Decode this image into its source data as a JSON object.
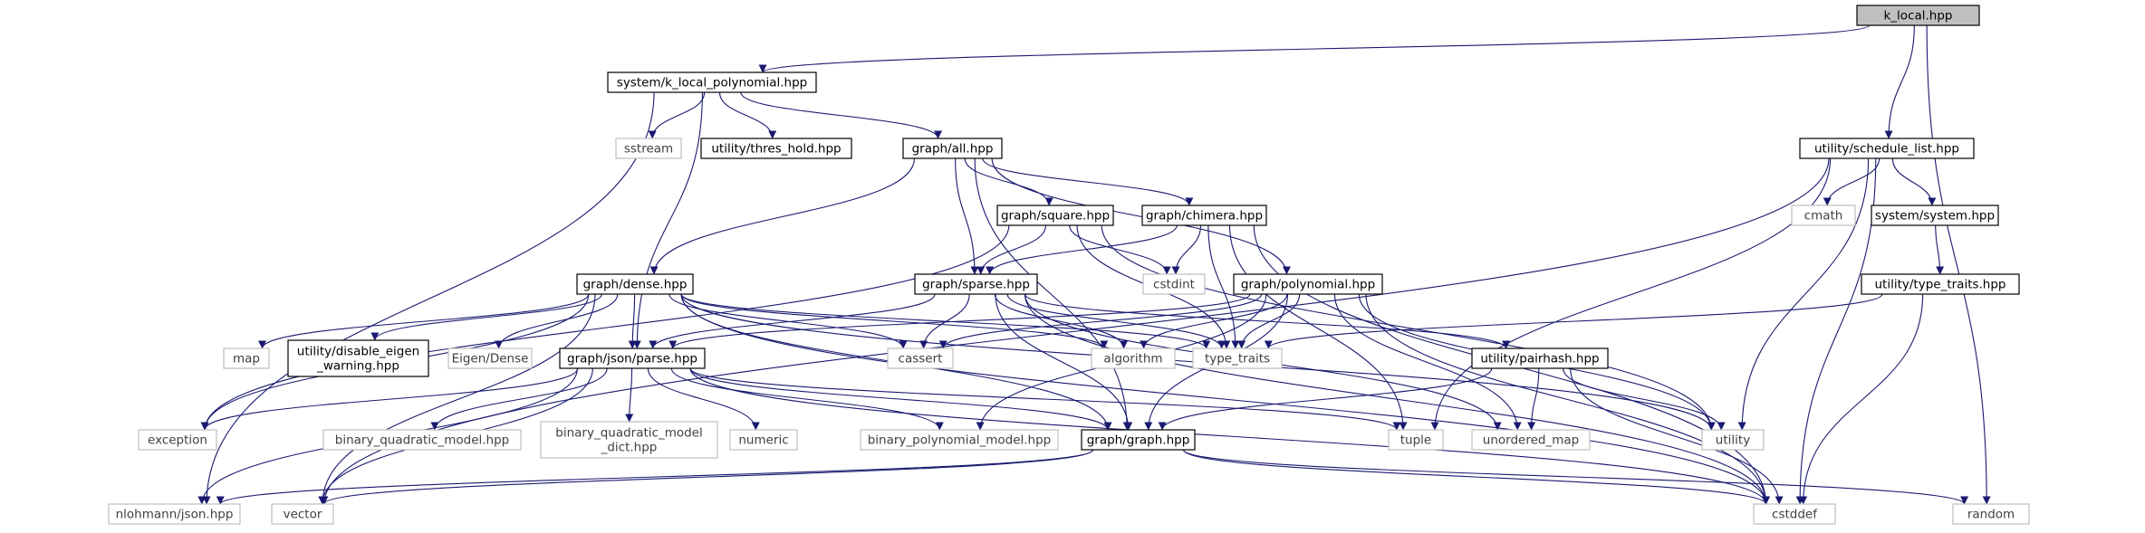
{
  "graph": {
    "nodes": [
      {
        "id": "k_local",
        "lines": [
          "k_local.hpp"
        ],
        "style": "root"
      },
      {
        "id": "system_klp",
        "lines": [
          "system/k_local_polynomial.hpp"
        ],
        "style": "file"
      },
      {
        "id": "utility_schedule_list",
        "lines": [
          "utility/schedule_list.hpp"
        ],
        "style": "file"
      },
      {
        "id": "sstream",
        "lines": [
          "sstream"
        ],
        "style": "std"
      },
      {
        "id": "utility_thres_hold",
        "lines": [
          "utility/thres_hold.hpp"
        ],
        "style": "file"
      },
      {
        "id": "graph_all",
        "lines": [
          "graph/all.hpp"
        ],
        "style": "file"
      },
      {
        "id": "cmath",
        "lines": [
          "cmath"
        ],
        "style": "std"
      },
      {
        "id": "system_system",
        "lines": [
          "system/system.hpp"
        ],
        "style": "file"
      },
      {
        "id": "graph_square",
        "lines": [
          "graph/square.hpp"
        ],
        "style": "file"
      },
      {
        "id": "graph_chimera",
        "lines": [
          "graph/chimera.hpp"
        ],
        "style": "file"
      },
      {
        "id": "cstdint",
        "lines": [
          "cstdint"
        ],
        "style": "std"
      },
      {
        "id": "graph_dense",
        "lines": [
          "graph/dense.hpp"
        ],
        "style": "file"
      },
      {
        "id": "graph_sparse",
        "lines": [
          "graph/sparse.hpp"
        ],
        "style": "file"
      },
      {
        "id": "graph_polynomial",
        "lines": [
          "graph/polynomial.hpp"
        ],
        "style": "file"
      },
      {
        "id": "utility_type_traits",
        "lines": [
          "utility/type_traits.hpp"
        ],
        "style": "file"
      },
      {
        "id": "map",
        "lines": [
          "map"
        ],
        "style": "std"
      },
      {
        "id": "utility_disable_eigen",
        "lines": [
          "utility/disable_eigen",
          "_warning.hpp"
        ],
        "style": "file"
      },
      {
        "id": "eigen_dense",
        "lines": [
          "Eigen/Dense"
        ],
        "style": "std"
      },
      {
        "id": "graph_json_parse",
        "lines": [
          "graph/json/parse.hpp"
        ],
        "style": "file"
      },
      {
        "id": "cassert",
        "lines": [
          "cassert"
        ],
        "style": "std"
      },
      {
        "id": "algorithm",
        "lines": [
          "algorithm"
        ],
        "style": "std"
      },
      {
        "id": "type_traits",
        "lines": [
          "type_traits"
        ],
        "style": "std"
      },
      {
        "id": "utility_pairhash",
        "lines": [
          "utility/pairhash.hpp"
        ],
        "style": "file"
      },
      {
        "id": "exception",
        "lines": [
          "exception"
        ],
        "style": "std"
      },
      {
        "id": "bqm",
        "lines": [
          "binary_quadratic_model.hpp"
        ],
        "style": "std"
      },
      {
        "id": "bqm_dict",
        "lines": [
          "binary_quadratic_model",
          "_dict.hpp"
        ],
        "style": "std"
      },
      {
        "id": "numeric",
        "lines": [
          "numeric"
        ],
        "style": "std"
      },
      {
        "id": "bpm",
        "lines": [
          "binary_polynomial_model.hpp"
        ],
        "style": "std"
      },
      {
        "id": "graph_graph",
        "lines": [
          "graph/graph.hpp"
        ],
        "style": "file"
      },
      {
        "id": "tuple",
        "lines": [
          "tuple"
        ],
        "style": "std"
      },
      {
        "id": "unordered_map",
        "lines": [
          "unordered_map"
        ],
        "style": "std"
      },
      {
        "id": "utility",
        "lines": [
          "utility"
        ],
        "style": "std"
      },
      {
        "id": "nlohmann_json",
        "lines": [
          "nlohmann/json.hpp"
        ],
        "style": "std"
      },
      {
        "id": "vector",
        "lines": [
          "vector"
        ],
        "style": "std"
      },
      {
        "id": "cstddef",
        "lines": [
          "cstddef"
        ],
        "style": "std"
      },
      {
        "id": "random",
        "lines": [
          "random"
        ],
        "style": "std"
      }
    ],
    "edges": [
      [
        "k_local",
        "system_klp"
      ],
      [
        "k_local",
        "utility_schedule_list"
      ],
      [
        "k_local",
        "random"
      ],
      [
        "system_klp",
        "sstream"
      ],
      [
        "system_klp",
        "utility_thres_hold"
      ],
      [
        "system_klp",
        "graph_all"
      ],
      [
        "system_klp",
        "nlohmann_json"
      ],
      [
        "system_klp",
        "graph_json_parse"
      ],
      [
        "utility_schedule_list",
        "cmath"
      ],
      [
        "utility_schedule_list",
        "system_system"
      ],
      [
        "utility_schedule_list",
        "vector"
      ],
      [
        "utility_schedule_list",
        "tuple"
      ],
      [
        "utility_schedule_list",
        "utility"
      ],
      [
        "utility_schedule_list",
        "cstddef"
      ],
      [
        "graph_all",
        "graph_square"
      ],
      [
        "graph_all",
        "graph_chimera"
      ],
      [
        "graph_all",
        "graph_dense"
      ],
      [
        "graph_all",
        "graph_sparse"
      ],
      [
        "graph_all",
        "graph_polynomial"
      ],
      [
        "graph_all",
        "graph_graph"
      ],
      [
        "system_system",
        "utility_type_traits"
      ],
      [
        "utility_type_traits",
        "type_traits"
      ],
      [
        "utility_type_traits",
        "cstddef"
      ],
      [
        "graph_square",
        "exception"
      ],
      [
        "graph_square",
        "graph_sparse"
      ],
      [
        "graph_square",
        "cstdint"
      ],
      [
        "graph_square",
        "type_traits"
      ],
      [
        "graph_square",
        "utility"
      ],
      [
        "graph_chimera",
        "graph_sparse"
      ],
      [
        "graph_chimera",
        "cstdint"
      ],
      [
        "graph_chimera",
        "type_traits"
      ],
      [
        "graph_chimera",
        "tuple"
      ],
      [
        "graph_chimera",
        "cstddef"
      ],
      [
        "graph_dense",
        "map"
      ],
      [
        "graph_dense",
        "utility_disable_eigen"
      ],
      [
        "graph_dense",
        "eigen_dense"
      ],
      [
        "graph_dense",
        "graph_json_parse"
      ],
      [
        "graph_dense",
        "cassert"
      ],
      [
        "graph_dense",
        "algorithm"
      ],
      [
        "graph_dense",
        "type_traits"
      ],
      [
        "graph_dense",
        "exception"
      ],
      [
        "graph_dense",
        "vector"
      ],
      [
        "graph_dense",
        "graph_graph"
      ],
      [
        "graph_dense",
        "utility"
      ],
      [
        "graph_dense",
        "cstddef"
      ],
      [
        "graph_sparse",
        "graph_json_parse"
      ],
      [
        "graph_sparse",
        "cassert"
      ],
      [
        "graph_sparse",
        "algorithm"
      ],
      [
        "graph_sparse",
        "type_traits"
      ],
      [
        "graph_sparse",
        "utility_pairhash"
      ],
      [
        "graph_sparse",
        "graph_graph"
      ],
      [
        "graph_sparse",
        "unordered_map"
      ],
      [
        "graph_sparse",
        "cstddef"
      ],
      [
        "graph_polynomial",
        "cassert"
      ],
      [
        "graph_polynomial",
        "algorithm"
      ],
      [
        "graph_polynomial",
        "type_traits"
      ],
      [
        "graph_polynomial",
        "graph_json_parse"
      ],
      [
        "graph_polynomial",
        "bpm"
      ],
      [
        "graph_polynomial",
        "graph_graph"
      ],
      [
        "graph_polynomial",
        "unordered_map"
      ],
      [
        "graph_polynomial",
        "utility"
      ],
      [
        "graph_polynomial",
        "cstddef"
      ],
      [
        "graph_json_parse",
        "exception"
      ],
      [
        "graph_json_parse",
        "bqm"
      ],
      [
        "graph_json_parse",
        "bqm_dict"
      ],
      [
        "graph_json_parse",
        "numeric"
      ],
      [
        "graph_json_parse",
        "bpm"
      ],
      [
        "graph_json_parse",
        "graph_graph"
      ],
      [
        "graph_json_parse",
        "tuple"
      ],
      [
        "graph_json_parse",
        "vector"
      ],
      [
        "graph_json_parse",
        "nlohmann_json"
      ],
      [
        "graph_json_parse",
        "cstddef"
      ],
      [
        "utility_pairhash",
        "graph_graph"
      ],
      [
        "utility_pairhash",
        "unordered_map"
      ],
      [
        "utility_pairhash",
        "utility"
      ],
      [
        "utility_pairhash",
        "cstddef"
      ],
      [
        "graph_graph",
        "vector"
      ],
      [
        "graph_graph",
        "nlohmann_json"
      ],
      [
        "graph_graph",
        "random"
      ],
      [
        "graph_graph",
        "cstddef"
      ]
    ],
    "colors": {
      "edge": "#191970",
      "root_fill": "#bfbfbf",
      "root_stroke": "#000000",
      "file_fill": "#ffffff",
      "file_stroke": "#000000",
      "std_fill": "#ffffff",
      "std_stroke": "#bfbfbf",
      "std_text": "#404040",
      "text": "#000000"
    }
  }
}
